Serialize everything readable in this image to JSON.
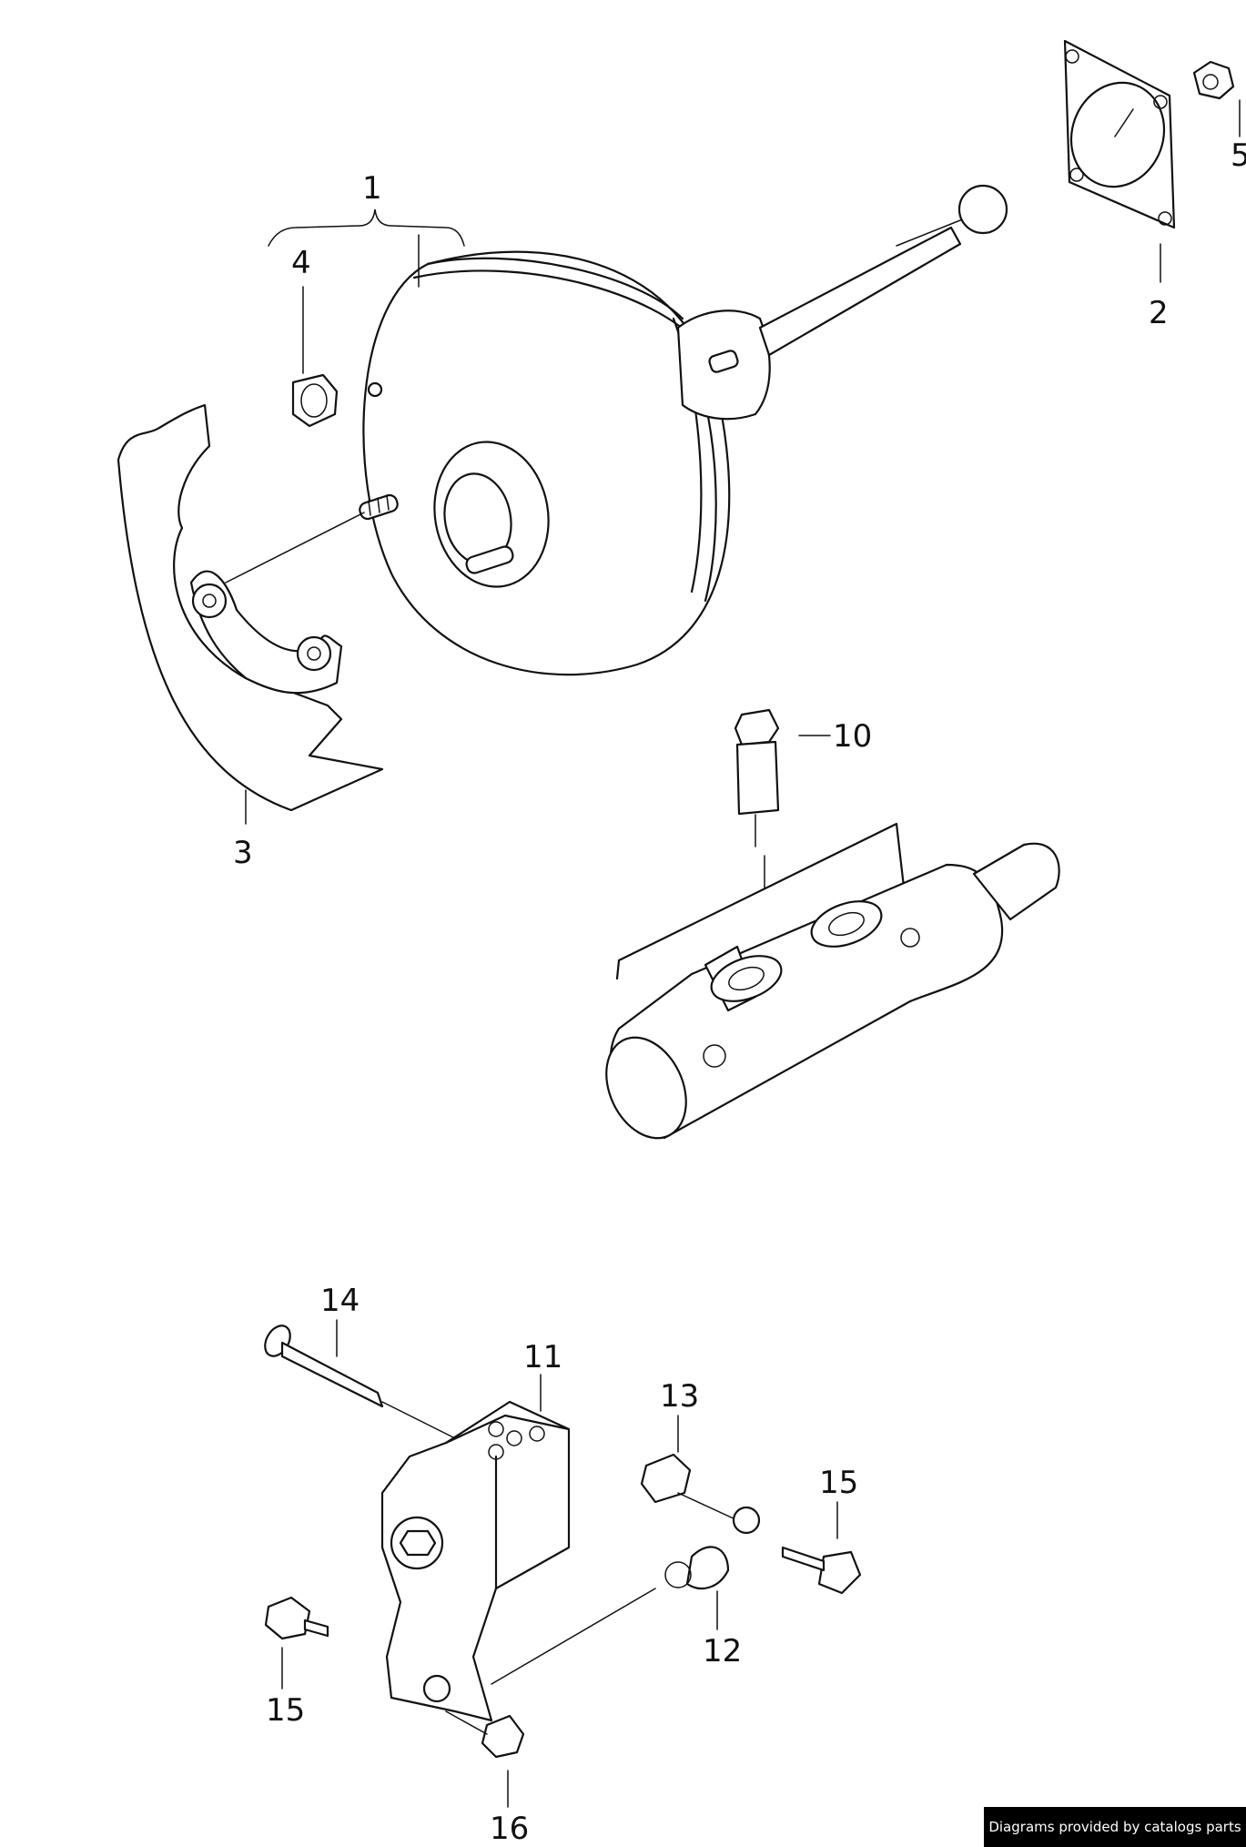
{
  "callouts": [
    {
      "id": "1",
      "text": "1"
    },
    {
      "id": "2",
      "text": "2"
    },
    {
      "id": "3",
      "text": "3"
    },
    {
      "id": "4",
      "text": "4"
    },
    {
      "id": "5",
      "text": "5"
    },
    {
      "id": "10",
      "text": "10"
    },
    {
      "id": "11",
      "text": "11"
    },
    {
      "id": "12",
      "text": "12"
    },
    {
      "id": "13",
      "text": "13"
    },
    {
      "id": "14",
      "text": "14"
    },
    {
      "id": "15a",
      "text": "15"
    },
    {
      "id": "15b",
      "text": "15"
    },
    {
      "id": "16",
      "text": "16"
    }
  ],
  "credit": "Diagrams provided by catalogs parts"
}
